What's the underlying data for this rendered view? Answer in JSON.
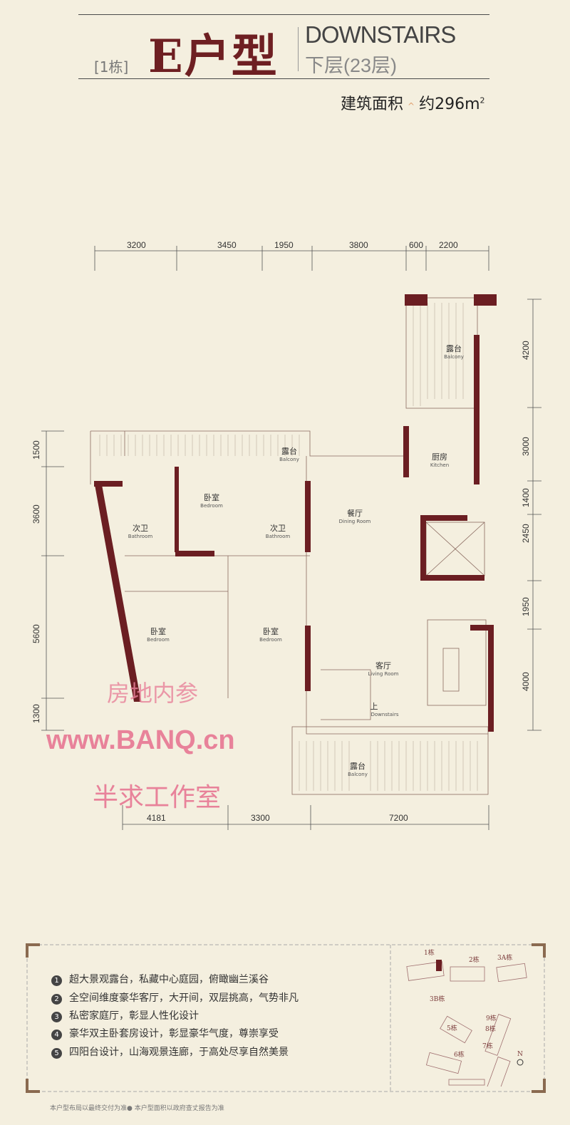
{
  "header": {
    "building": "[1栋]",
    "unit_type": "E户型",
    "level_en": "DOWNSTAIRS",
    "level_cn": "下层(23层)",
    "area_label": "建筑面积",
    "area_value": "约296m",
    "area_unit_sup": "2"
  },
  "dimensions": {
    "top": [
      "3200",
      "3450",
      "1950",
      "3800",
      "600",
      "2200"
    ],
    "right": [
      "4200",
      "3000",
      "1400",
      "2450",
      "1950",
      "4000"
    ],
    "left": [
      "1500",
      "3600",
      "5600",
      "1300"
    ],
    "bottom": [
      "4181",
      "3300",
      "7200"
    ]
  },
  "rooms": [
    {
      "cn": "露台",
      "en": "Balcony"
    },
    {
      "cn": "厨房",
      "en": "Kitchen"
    },
    {
      "cn": "露台",
      "en": "Balcony"
    },
    {
      "cn": "卧室",
      "en": "Bedroom"
    },
    {
      "cn": "次卫",
      "en": "Bathroom"
    },
    {
      "cn": "次卫",
      "en": "Bathroom"
    },
    {
      "cn": "餐厅",
      "en": "Dining Room"
    },
    {
      "cn": "卧室",
      "en": "Bedroom"
    },
    {
      "cn": "卧室",
      "en": "Bedroom"
    },
    {
      "cn": "客厅",
      "en": "Living Room"
    },
    {
      "cn": "上",
      "en": "Downstairs"
    },
    {
      "cn": "露台",
      "en": "Balcony"
    }
  ],
  "watermarks": [
    "房地内参",
    "www.BANQ.cn",
    "半求工作室"
  ],
  "features": [
    {
      "num": "1",
      "text": "超大景观露台，私藏中心庭园，俯瞰幽兰溪谷"
    },
    {
      "num": "2",
      "text": "全空间维度豪华客厅，大开间，双层挑高，气势非凡"
    },
    {
      "num": "3",
      "text": "私密家庭厅，彰显人性化设计"
    },
    {
      "num": "4",
      "text": "豪华双主卧套房设计，彰显豪华气度，尊崇享受"
    },
    {
      "num": "5",
      "text": "四阳台设计，山海观景连廊，于高处尽享自然美景"
    }
  ],
  "site_map": {
    "buildings": [
      "1栋",
      "2栋",
      "3A栋",
      "3B栋",
      "9栋",
      "5栋",
      "8栋",
      "7栋",
      "6栋"
    ],
    "north": "N"
  },
  "footnote": "本户型布局以最终交付为准● 本户型面积以政府查丈报告为准",
  "colors": {
    "wall": "#6b1e22",
    "background": "#f4efdf"
  }
}
